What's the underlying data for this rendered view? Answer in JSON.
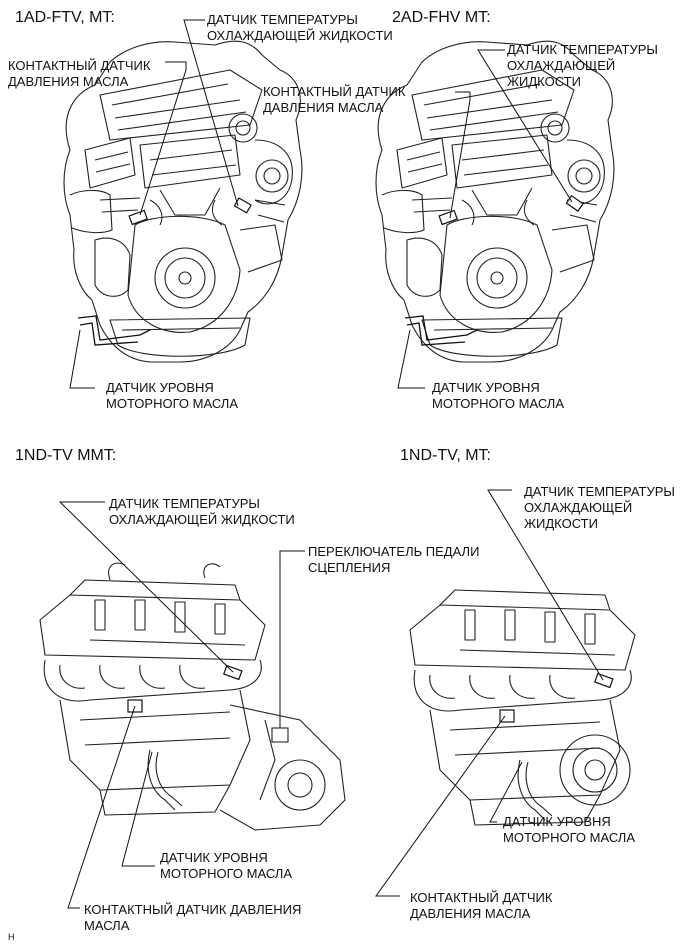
{
  "panels": [
    {
      "title": "1AD-FTV, MT:",
      "labels": {
        "coolant": "ДАТЧИК ТЕМПЕРАТУРЫ\nОХЛАЖДАЮЩЕЙ ЖИДКОСТИ",
        "oil_pressure": "КОНТАКТНЫЙ ДАТЧИК\nДАВЛЕНИЯ МАСЛА",
        "oil_level": "ДАТЧИК УРОВНЯ\nМОТОРНОГО МАСЛА"
      }
    },
    {
      "title": "2AD-FHV MT:",
      "labels": {
        "coolant": "ДАТЧИК ТЕМПЕРАТУРЫ\nОХЛАЖДАЮЩЕЙ\nЖИДКОСТИ",
        "oil_pressure": "КОНТАКТНЫЙ ДАТЧИК\nДАВЛЕНИЯ МАСЛА",
        "oil_level": "ДАТЧИК УРОВНЯ\nМОТОРНОГО МАСЛА"
      }
    },
    {
      "title": "1ND-TV MMT:",
      "labels": {
        "coolant": "ДАТЧИК ТЕМПЕРАТУРЫ\nОХЛАЖДАЮЩЕЙ ЖИДКОСТИ",
        "clutch": "ПЕРЕКЛЮЧАТЕЛЬ ПЕДАЛИ\nСЦЕПЛЕНИЯ",
        "oil_level": "ДАТЧИК УРОВНЯ\nМОТОРНОГО МАСЛА",
        "oil_pressure": "КОНТАКТНЫЙ ДАТЧИК ДАВЛЕНИЯ\nМАСЛА"
      }
    },
    {
      "title": "1ND-TV, MT:",
      "labels": {
        "coolant": "ДАТЧИК ТЕМПЕРАТУРЫ\nОХЛАЖДАЮЩЕЙ\nЖИДКОСТИ",
        "oil_level": "ДАТЧИК УРОВНЯ\nМОТОРНОГО МАСЛА",
        "oil_pressure": "КОНТАКТНЫЙ ДАТЧИК\nДАВЛЕНИЯ МАСЛА"
      }
    }
  ],
  "footer_code": "H"
}
